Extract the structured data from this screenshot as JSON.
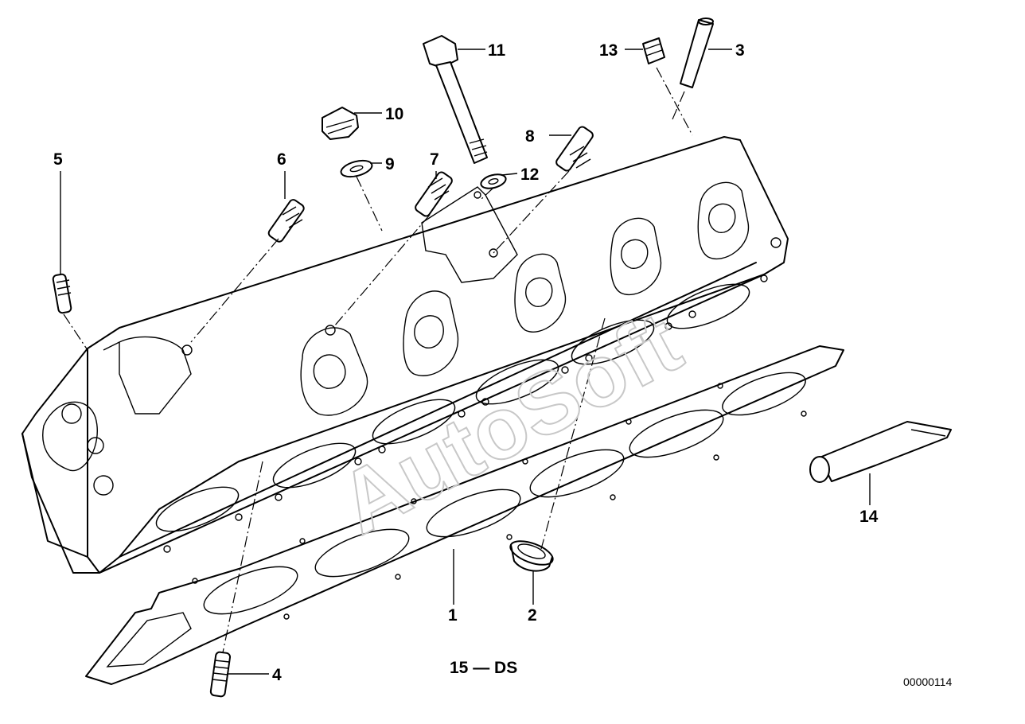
{
  "callouts": {
    "n1": "1",
    "n2": "2",
    "n3": "3",
    "n4": "4",
    "n5": "5",
    "n6": "6",
    "n7": "7",
    "n8": "8",
    "n9": "9",
    "n10": "10",
    "n11": "11",
    "n12": "12",
    "n13": "13",
    "n14": "14"
  },
  "group_code": "15 — DS",
  "drawing_id": "00000114",
  "watermark": "AutoSoft"
}
